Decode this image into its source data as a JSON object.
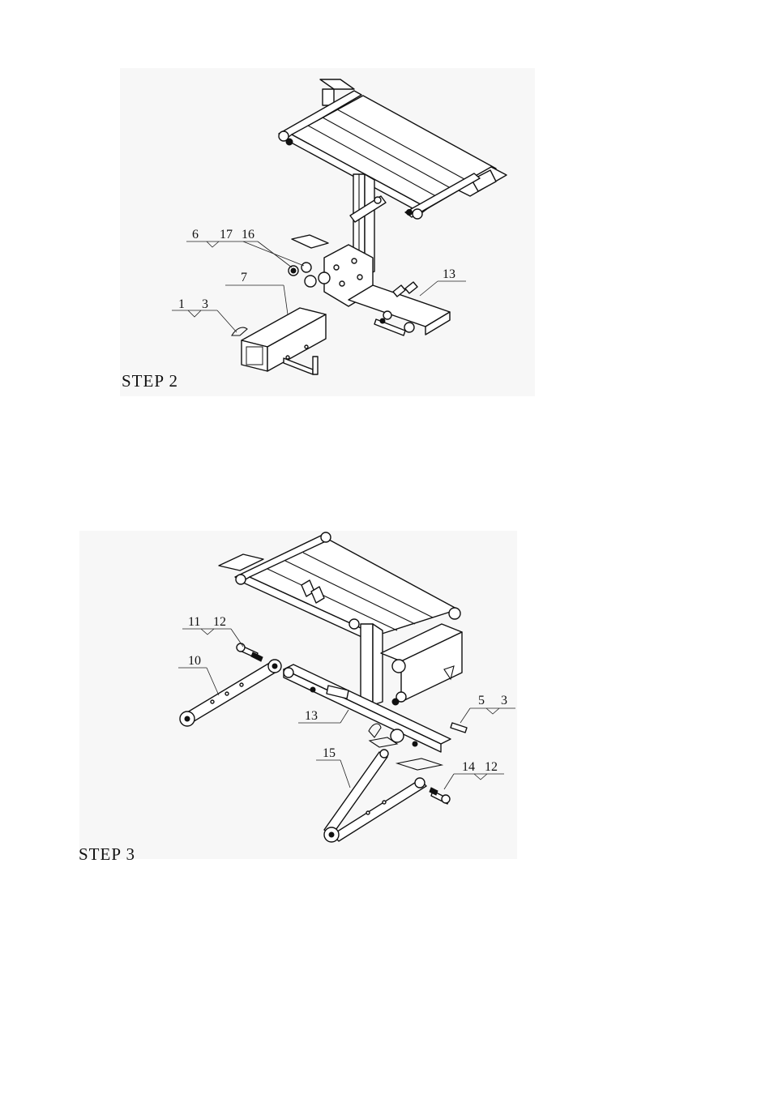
{
  "step2": {
    "title": "STEP  2",
    "callouts": [
      "6",
      "17",
      "16",
      "7",
      "1",
      "3",
      "13"
    ]
  },
  "step3": {
    "title": "STEP  3",
    "callouts": [
      "11",
      "12",
      "10",
      "13",
      "5",
      "3",
      "15",
      "14",
      "12"
    ]
  }
}
